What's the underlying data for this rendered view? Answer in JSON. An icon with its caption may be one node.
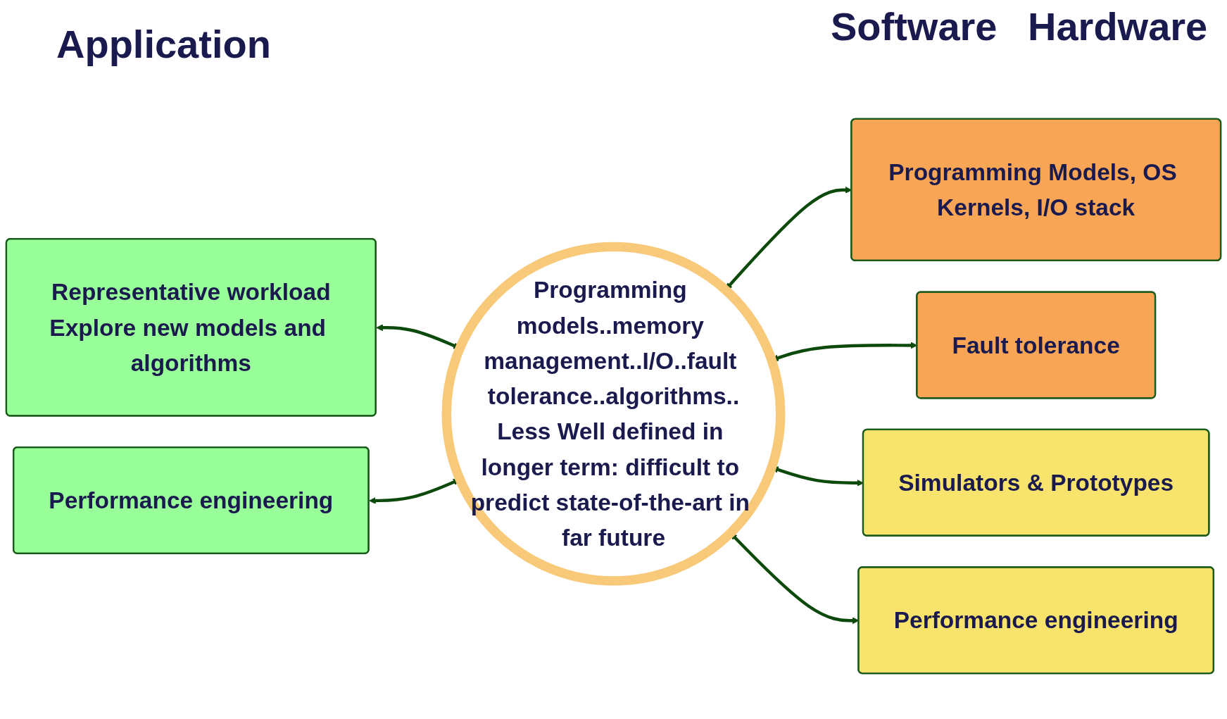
{
  "diagram": {
    "nodes": [
      {
        "text": [
          "Programming models..memory management..I/O..fault tolerance..algorithms..",
          "Less Well defined in longer term: difficult to predict state-of-the-art in far future"
        ]
      },
      {
        "text": [
          "Representative workload",
          "Explore new models and algorithms"
        ]
      },
      {
        "text": [
          "Performance engineering"
        ]
      },
      {
        "text": [
          "Programming Models, OS Kernels, I/O stack"
        ]
      },
      {
        "text": [
          "Fault tolerance"
        ]
      },
      {
        "text": [
          "Simulators & Prototypes"
        ]
      },
      {
        "text": [
          "Performance engineering"
        ]
      }
    ],
    "edges": [
      {
        "from": 1,
        "to": 0,
        "arrow": "both"
      },
      {
        "from": 2,
        "to": 0,
        "arrow": "both"
      },
      {
        "from": 0,
        "to": 3,
        "arrow": "both"
      },
      {
        "from": 0,
        "to": 4,
        "arrow": "both"
      },
      {
        "from": 0,
        "to": 5,
        "arrow": "both"
      },
      {
        "from": 0,
        "to": 6,
        "arrow": "both"
      }
    ],
    "labels": [
      "Application",
      "Software",
      "Hardware"
    ]
  }
}
